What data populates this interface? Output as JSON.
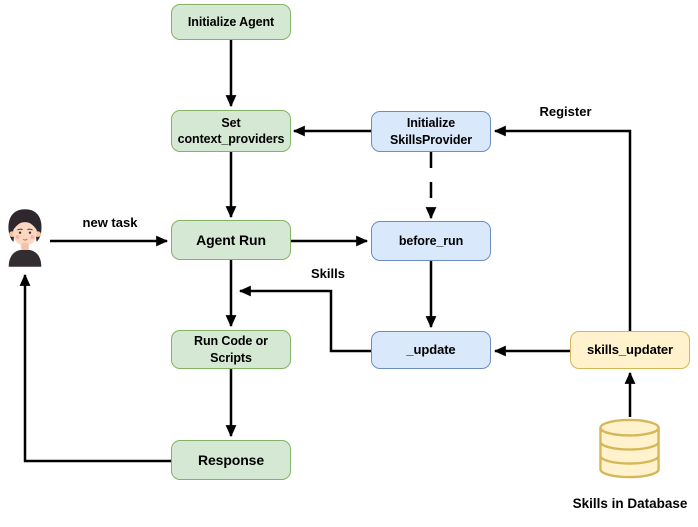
{
  "diagram": {
    "nodes": {
      "initialize_agent": "Initialize Agent",
      "set_context_providers": "Set context_providers",
      "initialize_skills_provider": "Initialize SkillsProvider",
      "agent_run": "Agent Run",
      "before_run": "before_run",
      "run_code_or_scripts": "Run Code or Scripts",
      "update": "_update",
      "skills_updater": "skills_updater",
      "response": "Response"
    },
    "edge_labels": {
      "new_task": "new task",
      "register": "Register",
      "skills": "Skills"
    },
    "captions": {
      "skills_in_database": "Skills in Database"
    },
    "icons": {
      "user": "user-avatar-icon",
      "database": "database-icon"
    },
    "colors": {
      "green_fill": "#d5e8d4",
      "green_border": "#82b366",
      "blue_fill": "#dae8fc",
      "blue_border": "#6c8ebf",
      "yellow_fill": "#fff2cc",
      "yellow_border": "#d6b656",
      "arrow": "#000000",
      "background": "#ffffff"
    }
  }
}
